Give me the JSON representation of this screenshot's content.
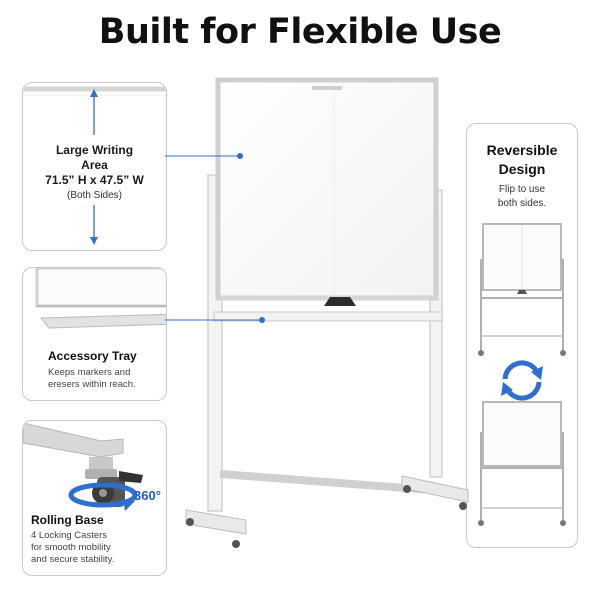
{
  "title": "Built for Flexible Use",
  "writing_area": {
    "heading_line1": "Large Writing",
    "heading_line2": "Area",
    "dimensions": "71.5” H x 47.5” W",
    "note": "(Both Sides)"
  },
  "accessory_tray": {
    "heading": "Accessory Tray",
    "desc_line1": "Keeps markers and",
    "desc_line2": "eresers within reach."
  },
  "rolling_base": {
    "heading": "Rolling Base",
    "desc_line1": "4 Locking Casters",
    "desc_line2": "for smooth mobility",
    "desc_line3": "and secure stability.",
    "rotation": "360°"
  },
  "reversible": {
    "heading_line1": "Reversible",
    "heading_line2": "Design",
    "desc_line1": "Flip to use",
    "desc_line2": "both sides."
  },
  "colors": {
    "accent": "#2f6fd0",
    "frame": "#d4d4d4",
    "board": "#fbfbfb"
  },
  "icons": [
    "double-arrow-icon",
    "rotate-360-icon",
    "flip-cycle-icon"
  ]
}
